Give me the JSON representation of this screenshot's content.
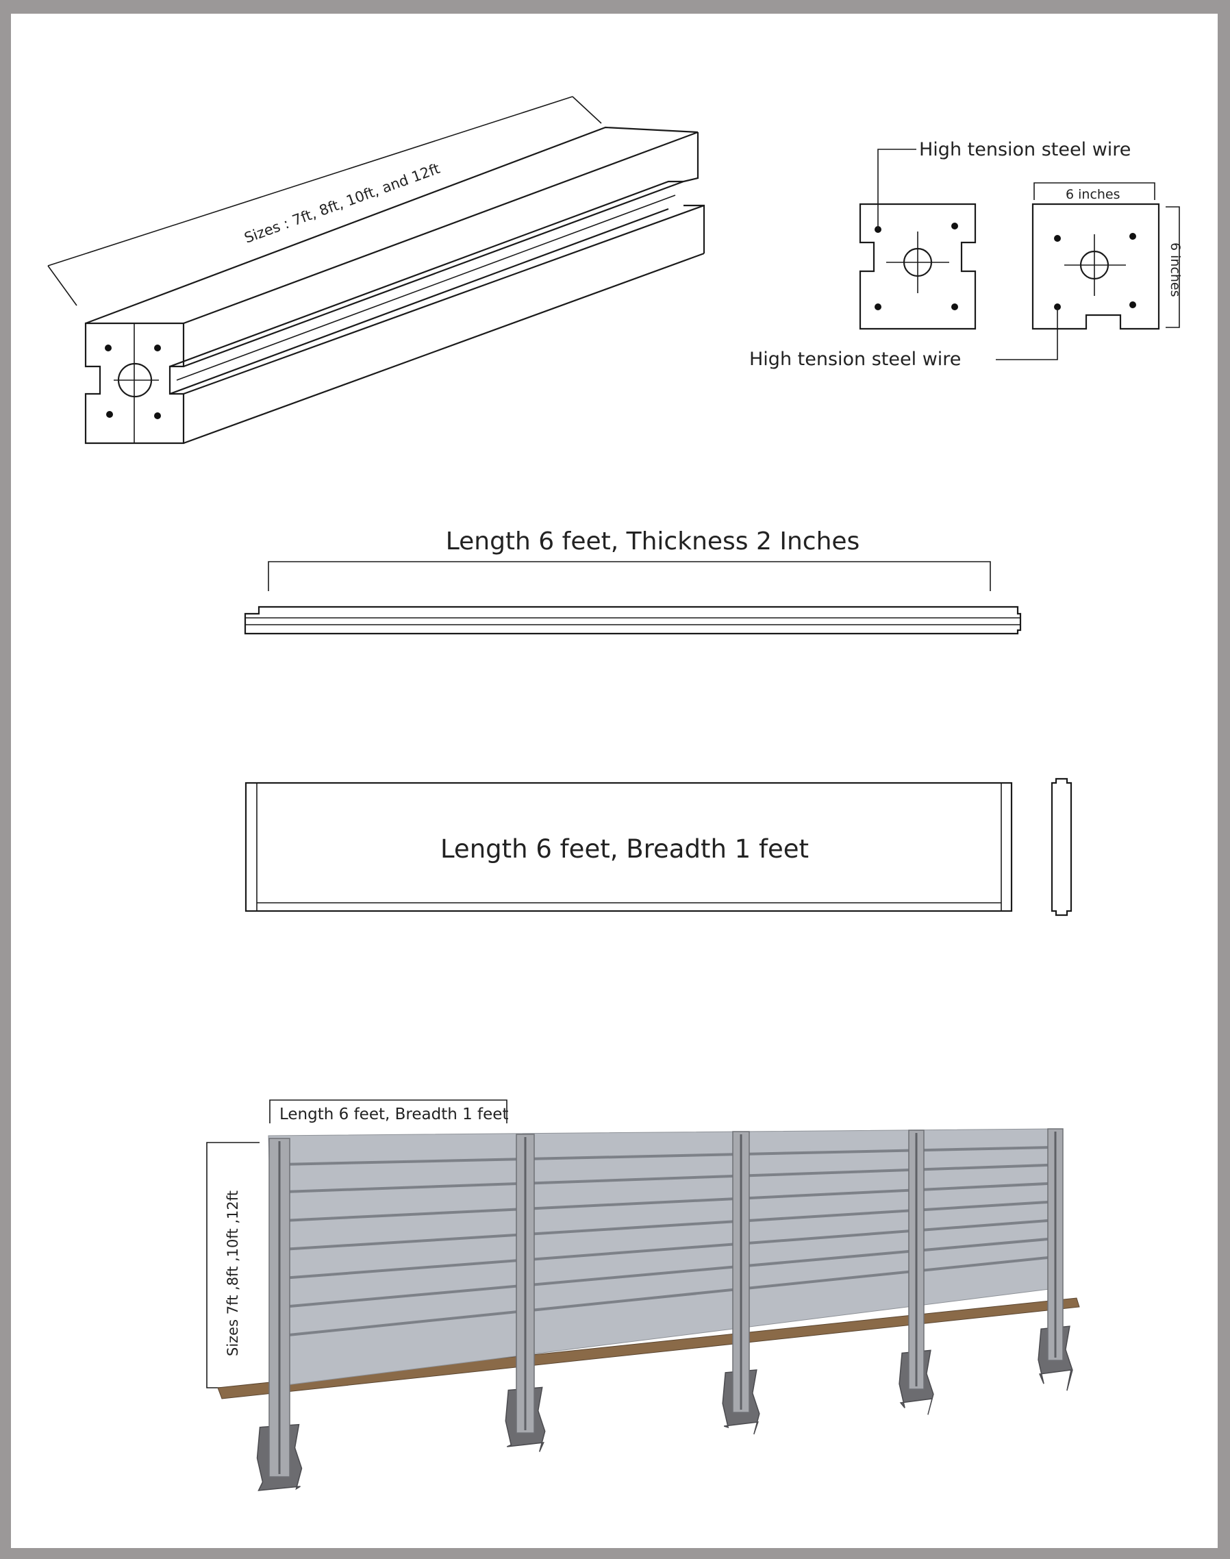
{
  "post": {
    "sizes_label": "Sizes : 7ft, 8ft, 10ft, and 12ft"
  },
  "cross_section": {
    "wire_label_top": "High tension steel wire",
    "wire_label_bottom": "High tension steel wire",
    "width_label": "6 inches",
    "height_label": "6 inches"
  },
  "plank_side": {
    "label": "Length 6 feet, Thickness 2 Inches"
  },
  "plank_front": {
    "label": "Length 6 feet, Breadth 1 feet"
  },
  "fence": {
    "panel_label": "Length 6 feet, Breadth 1 feet",
    "height_label": "Sizes 7ft ,8ft ,10ft ,12ft",
    "colors": {
      "panel": "#b9bdc4",
      "post": "#a7a9ae",
      "base": "#6c6c70",
      "ground": "#8a6a48"
    }
  }
}
